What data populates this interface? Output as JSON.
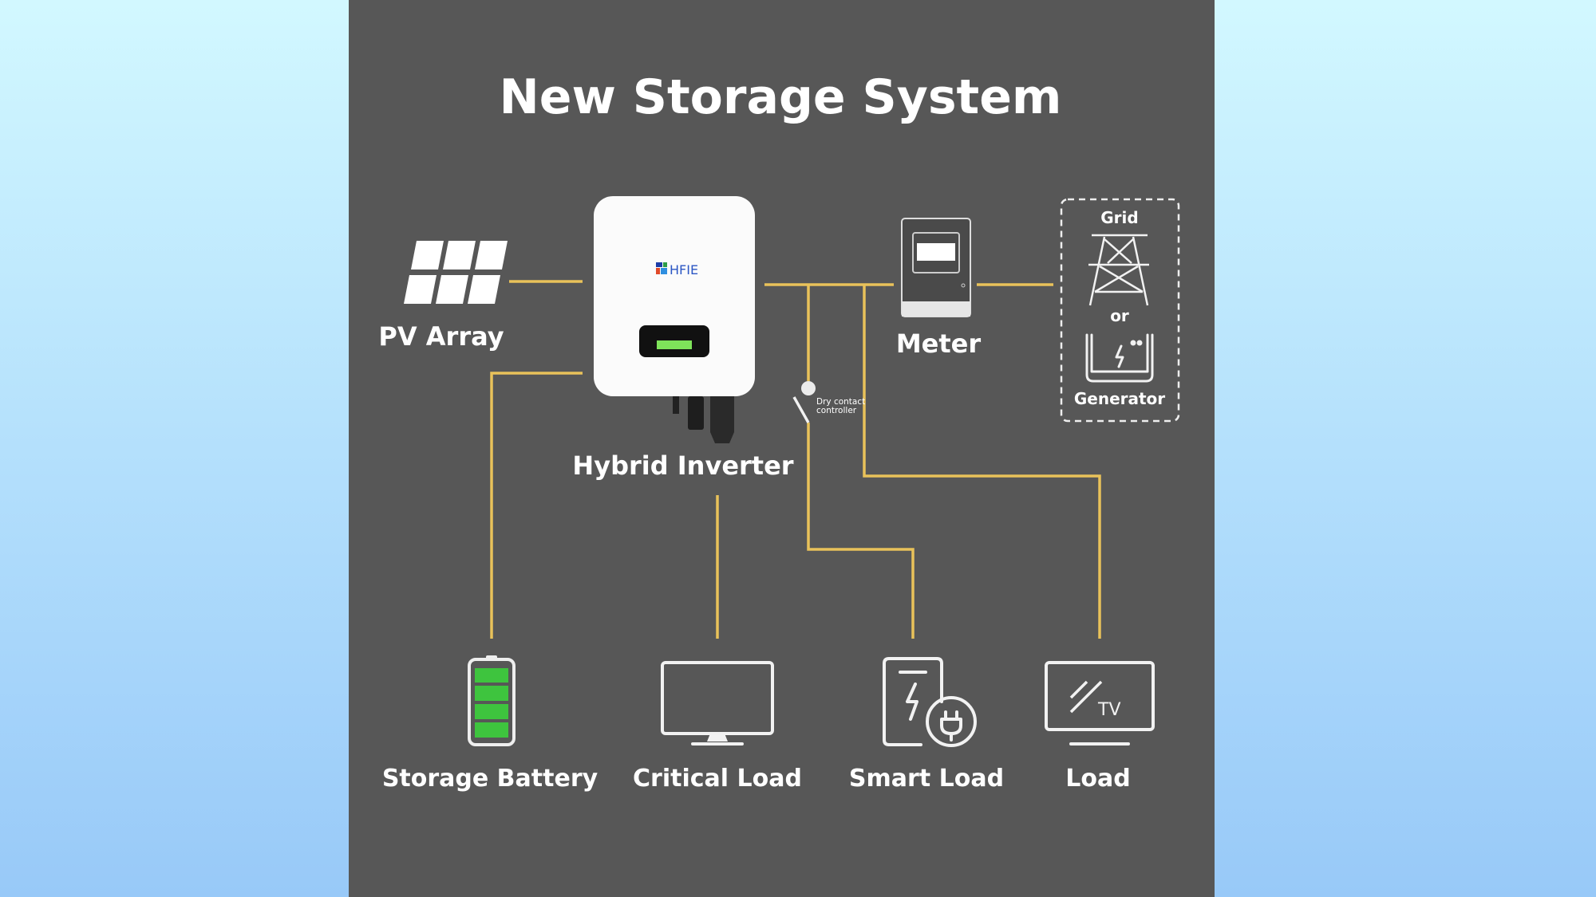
{
  "title": "New Storage System",
  "components": {
    "pv_array": "PV Array",
    "inverter": "Hybrid Inverter",
    "inverter_brand": "HFIE",
    "meter": "Meter",
    "grid": "Grid",
    "or": "or",
    "generator": "Generator",
    "dry_contact_line1": "Dry contact",
    "dry_contact_line2": "controller"
  },
  "loads": [
    {
      "label": "Storage Battery",
      "icon": "battery-icon"
    },
    {
      "label": "Critical Load",
      "icon": "monitor-icon"
    },
    {
      "label": "Smart Load",
      "icon": "smart-plug-icon"
    },
    {
      "label": "Load",
      "icon": "tv-icon"
    }
  ],
  "colors": {
    "panel": "#575757",
    "wire": "#e9c25a",
    "battery": "#3ec43e"
  }
}
